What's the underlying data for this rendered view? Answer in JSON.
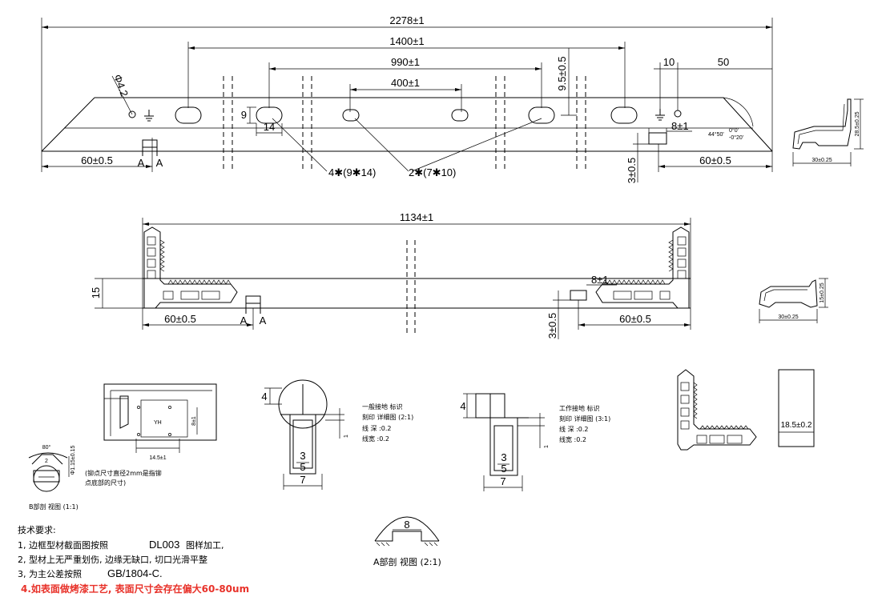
{
  "colors": {
    "line": "#000000",
    "note_red": "#e8322a"
  },
  "top_view": {
    "overall": "2278±1",
    "d1400": "1400±1",
    "d990": "990±1",
    "d400": "400±1",
    "d95": "9.5±0.5",
    "d10": "10",
    "d50": "50",
    "phi42": "Φ4.2",
    "d9": "9",
    "d14": "14",
    "d8": "8±1",
    "d3": "3±0.5",
    "d60_left": "60±0.5",
    "d60_right": "60±0.5",
    "angle": "44°50'",
    "angle_tol_top": "0°0'",
    "angle_tol_bottom": "-0°20'",
    "slot_callout_a": "4✱(9✱14)",
    "slot_callout_b": "2✱(7✱10)",
    "section_a1": "A",
    "section_a2": "A"
  },
  "profile_top": {
    "width": "30±0.25",
    "height": "28.5±0.25"
  },
  "front_view": {
    "overall": "1134±1",
    "d15": "15",
    "d8": "8±1",
    "d3": "3±0.5",
    "d60_left": "60±0.5",
    "d60_right": "60±0.5",
    "section_a1": "A",
    "section_a2": "A"
  },
  "profile_mid": {
    "width": "30±0.25",
    "height": "15±0.25"
  },
  "detail_b": {
    "label_yh": "YH",
    "d14_5": "14.5±1",
    "d8": "8±1",
    "angle80": "80°",
    "d2": "2",
    "hole_dim": "Φ1.15±0.15",
    "note_line1": "(铆点尺寸直径2mm是指铆",
    "note_line2": "点底部的尺寸)",
    "title": "B部剖 视图 (1:1)"
  },
  "detail_general": {
    "d4": "4",
    "d3": "3",
    "d5": "5",
    "d7": "7",
    "d1": "1",
    "title": "一般接地 标识",
    "subtitle": "刻印 详细图 (2:1)",
    "depth": "线 深 :0.2",
    "width": "线宽 :0.2"
  },
  "detail_work": {
    "d4": "4",
    "d3": "3",
    "d5": "5",
    "d7": "7",
    "d1": "1",
    "title": "工作接地 标识",
    "subtitle": "刻印 详细图 (3:1)",
    "depth": "线 深 :0.2",
    "width": "线宽 :0.2"
  },
  "detail_a": {
    "d8": "8",
    "title": "A部剖 视图 (2:1)"
  },
  "corner_block": {
    "label": "18.5±0.2"
  },
  "tech": {
    "title": "技术要求:",
    "line1_prefix": "1, 边框型材截面图按照",
    "line1_code": "DL003",
    "line1_suffix": "图样加工,",
    "line2": "2, 型材上无严重划伤, 边缘无缺口, 切口光滑平整",
    "line3_prefix": "3, 为主公差按照",
    "line3_code": "GB/1804-C.",
    "line4": "4.如表面做烤漆工艺, 表面尺寸会存在偏大60-80um"
  }
}
